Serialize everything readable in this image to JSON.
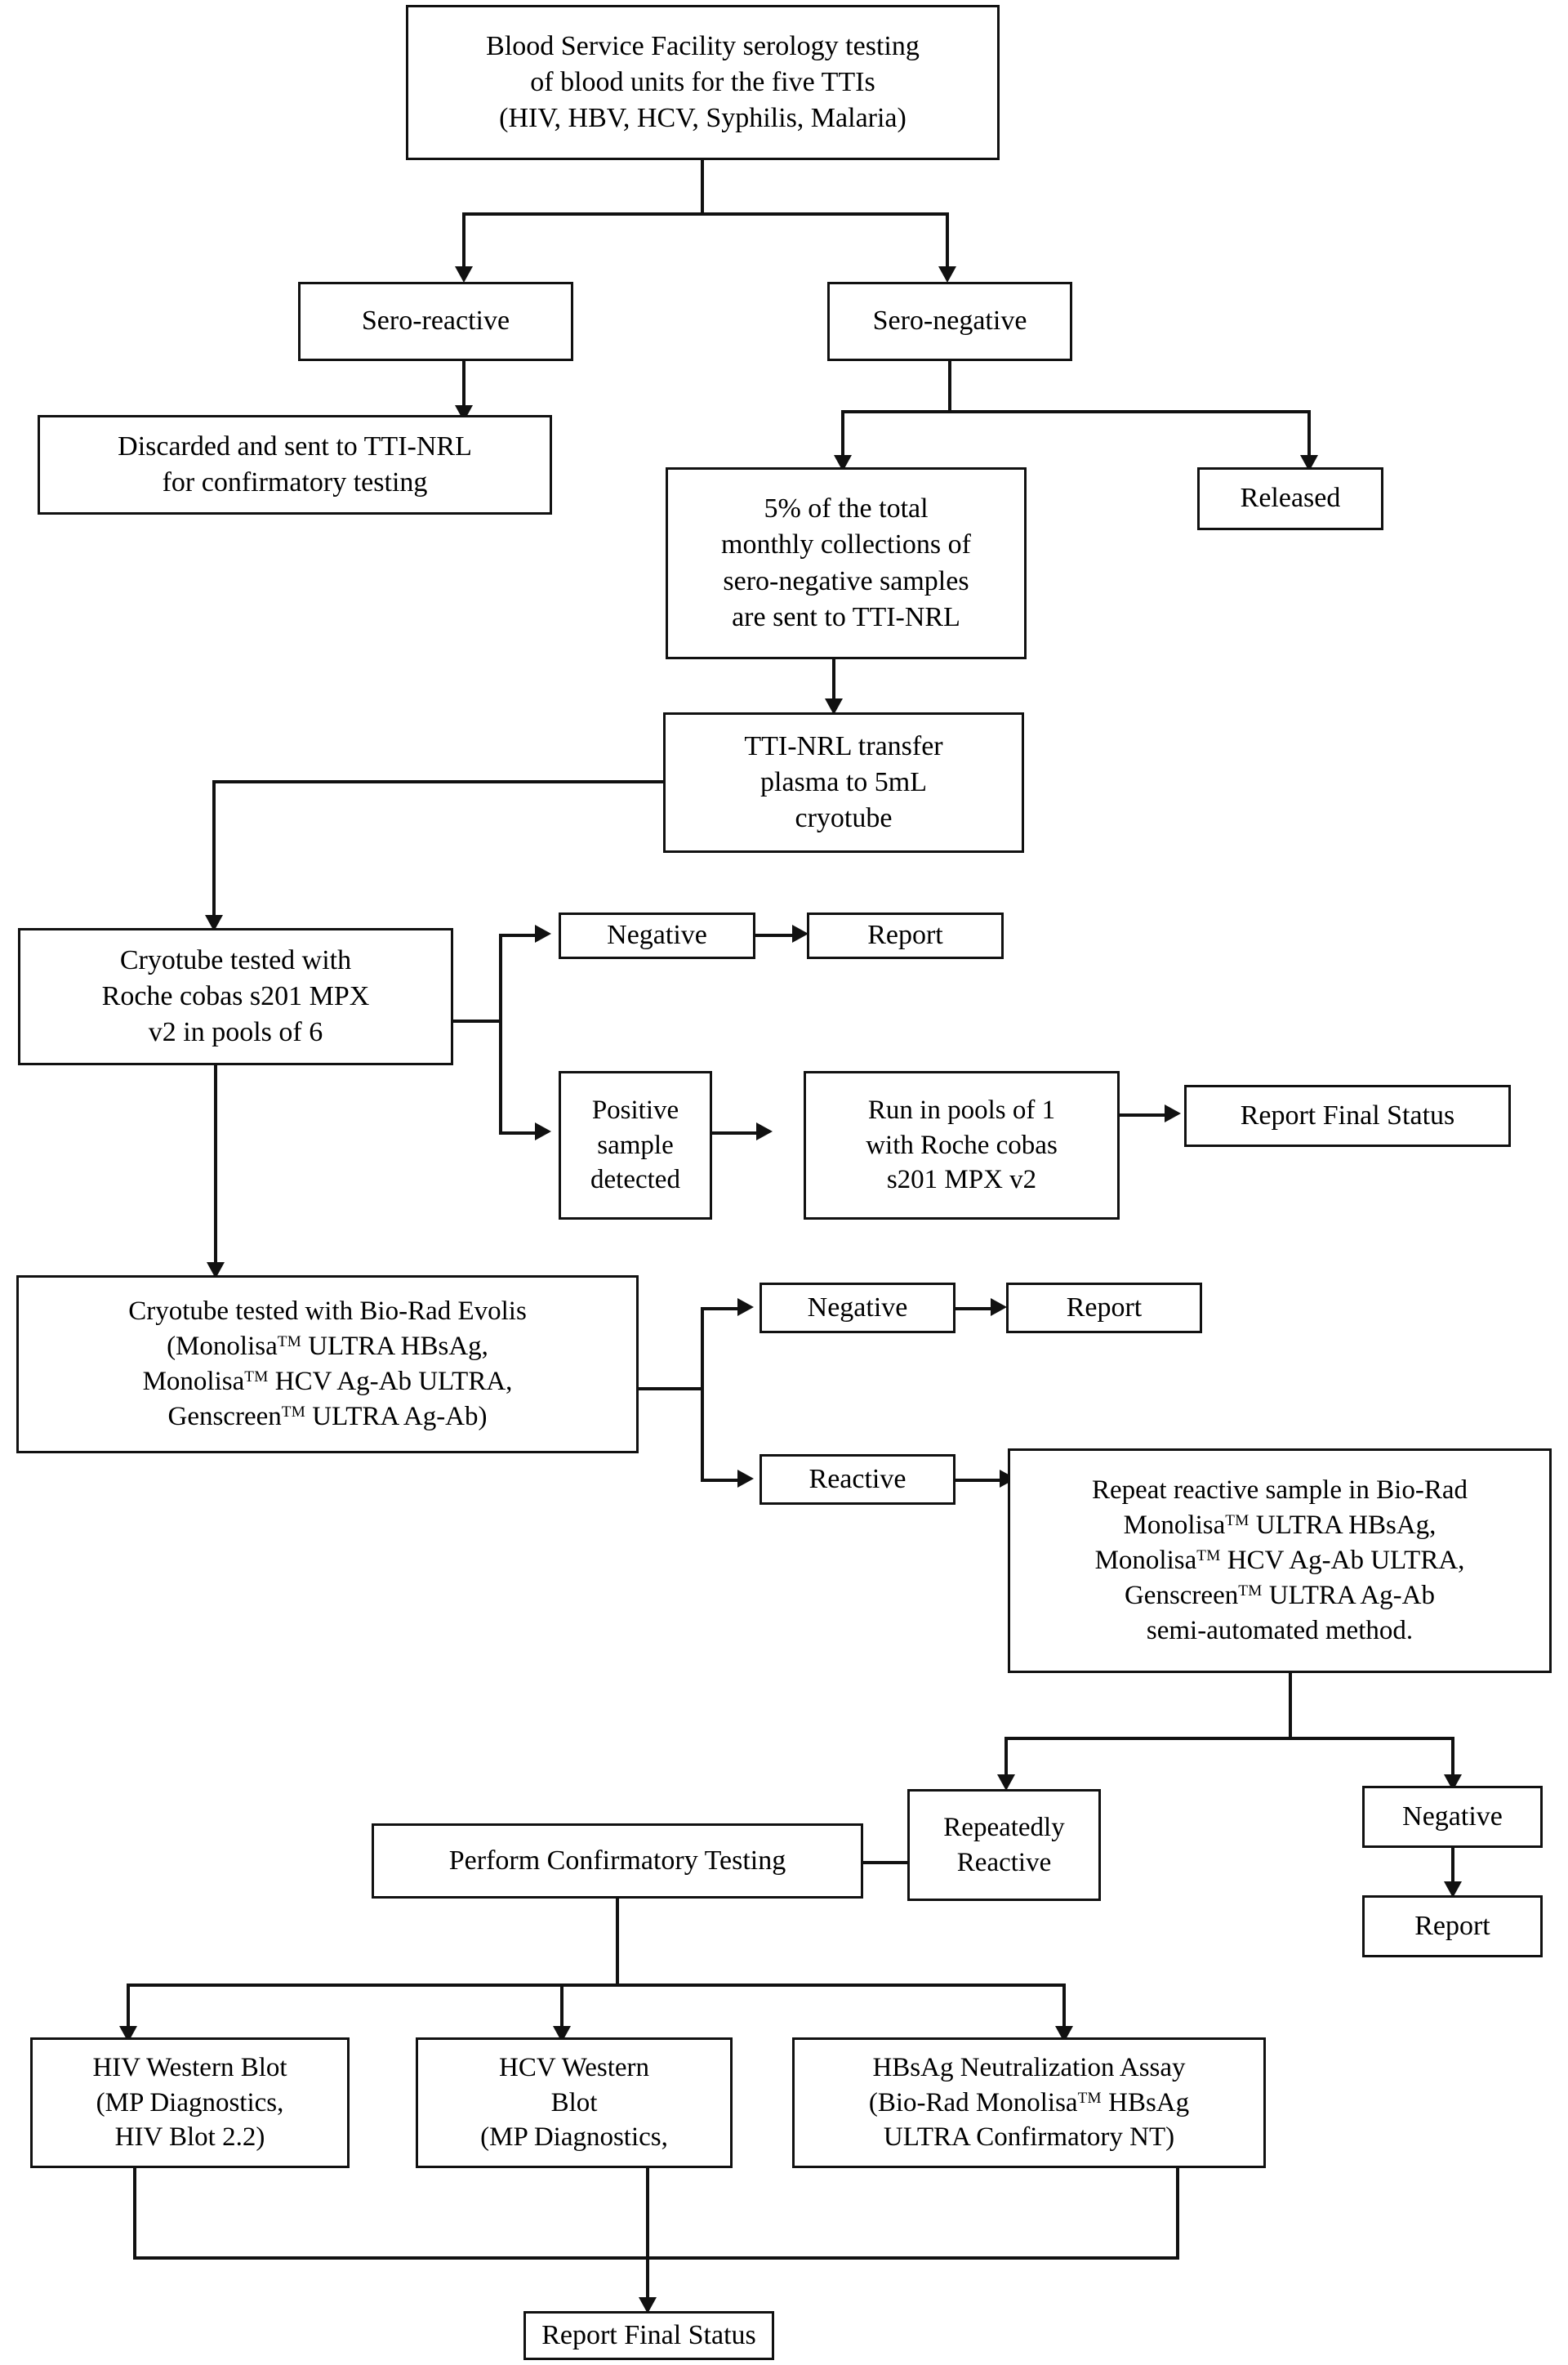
{
  "diagram": {
    "type": "flowchart",
    "title": "Blood Service Facility TTI serology and NAT testing algorithm",
    "nodes": {
      "serology_testing": {
        "line1": "Blood Service Facility serology testing",
        "line2": "of blood units for the five TTIs",
        "line3": "(HIV, HBV, HCV, Syphilis, Malaria)"
      },
      "sero_reactive": {
        "line1": "Sero-reactive"
      },
      "sero_negative": {
        "line1": "Sero-negative"
      },
      "discarded": {
        "line1": "Discarded and sent to TTI-NRL",
        "line2": "for confirmatory testing"
      },
      "five_percent": {
        "line1": "5% of the total",
        "line2": "monthly collections of",
        "line3": "sero-negative samples",
        "line4": "are sent to TTI-NRL"
      },
      "released": {
        "line1": "Released"
      },
      "transfer_plasma": {
        "line1": "TTI-NRL transfer",
        "line2": "plasma to 5mL",
        "line3": "cryotube"
      },
      "cryotube_roche": {
        "line1": "Cryotube tested with",
        "line2": "Roche cobas s201 MPX",
        "line3": "v2 in pools of 6"
      },
      "nat_negative": {
        "line1": "Negative"
      },
      "nat_report": {
        "line1": "Report"
      },
      "positive_sample": {
        "line1": "Positive",
        "line2": "sample",
        "line3": "detected"
      },
      "run_pools_of_1": {
        "line1": "Run in pools of 1",
        "line2": "with Roche cobas",
        "line3": "s201 MPX v2"
      },
      "nat_report_final": {
        "line1": "Report Final Status"
      },
      "cryotube_biorad": {
        "line1": "Cryotube tested with Bio-Rad Evolis",
        "line2_a": "(Monolisa",
        "line2_tm": "TM",
        "line2_b": " ULTRA HBsAg,",
        "line3_a": "Monolisa",
        "line3_tm": "TM",
        "line3_b": " HCV Ag-Ab ULTRA,",
        "line4_a": "Genscreen",
        "line4_tm": "TM",
        "line4_b": " ULTRA Ag-Ab)"
      },
      "sero_neg2": {
        "line1": "Negative"
      },
      "sero_report2": {
        "line1": "Report"
      },
      "reactive": {
        "line1": "Reactive"
      },
      "repeat_reactive": {
        "line1": "Repeat reactive sample in Bio-Rad",
        "line2_a": "Monolisa",
        "line2_tm": "TM",
        "line2_b": " ULTRA HBsAg,",
        "line3_a": "Monolisa",
        "line3_tm": "TM",
        "line3_b": " HCV Ag-Ab ULTRA,",
        "line4_a": "Genscreen",
        "line4_tm": "TM",
        "line4_b": " ULTRA Ag-Ab",
        "line5": "semi-automated method."
      },
      "repeatedly_reactive": {
        "line1": "Repeatedly",
        "line2": "Reactive"
      },
      "final_negative": {
        "line1": "Negative"
      },
      "final_report": {
        "line1": "Report"
      },
      "perform_confirmatory": {
        "line1": "Perform Confirmatory Testing"
      },
      "hiv_western_blot": {
        "line1": "HIV Western Blot",
        "line2": "(MP Diagnostics,",
        "line3": "HIV Blot 2.2)"
      },
      "hcv_western_blot": {
        "line1": "HCV Western",
        "line2": "Blot",
        "line3": "(MP Diagnostics,"
      },
      "hbsag_neutralization": {
        "line1": "HBsAg Neutralization Assay",
        "line2_a": "(Bio-Rad Monolisa",
        "line2_tm": "TM",
        "line2_b": "  HBsAg",
        "line3": "ULTRA Confirmatory NT)"
      },
      "report_final_status": {
        "line1": "Report Final Status"
      }
    },
    "colors": {
      "stroke": "#111111",
      "background": "#ffffff",
      "text": "#000000"
    }
  }
}
